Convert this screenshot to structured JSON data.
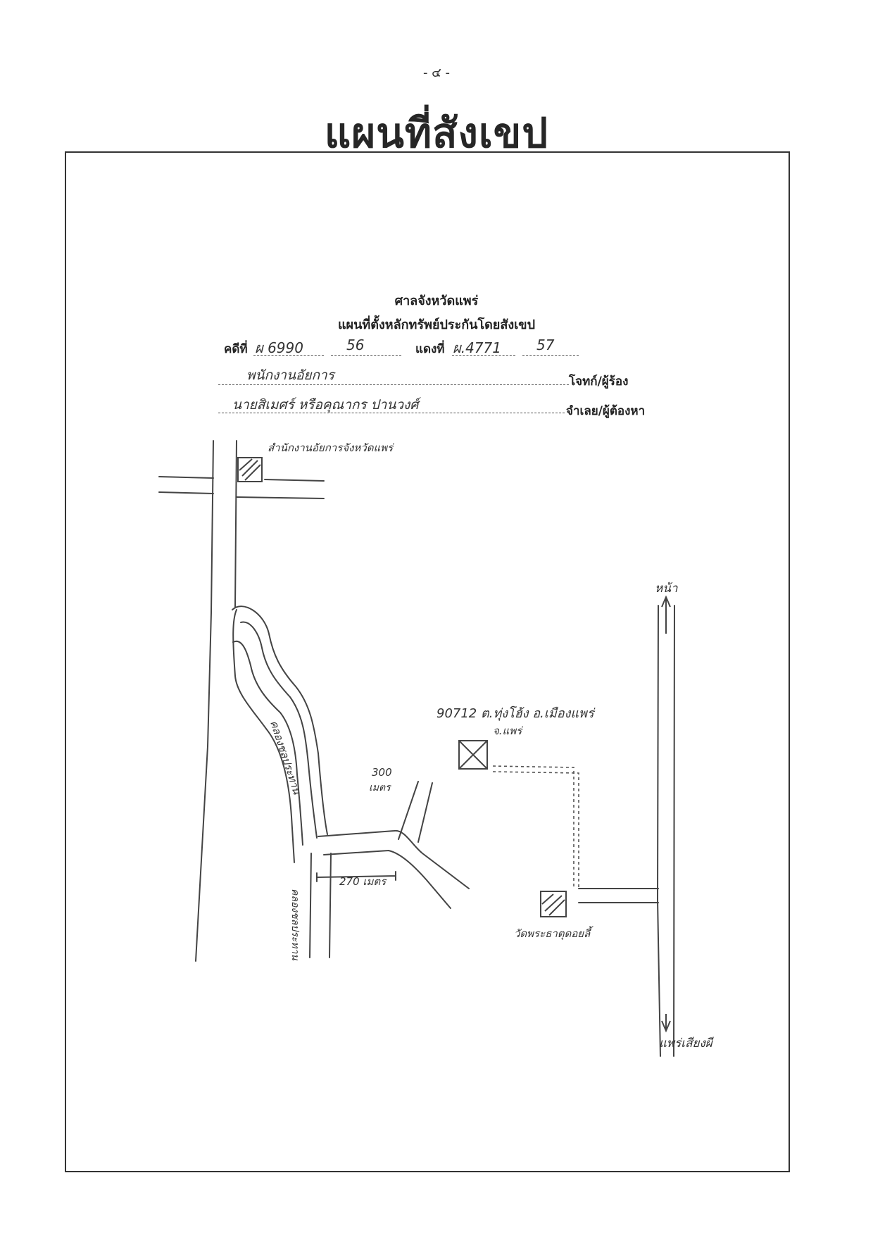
{
  "page": {
    "number": "- ๔ -",
    "title": "แผนที่สังเขป"
  },
  "form": {
    "court_name": "ศาลจังหวัดแพร่",
    "form_title": "แผนที่ตั้งหลักทรัพย์ประกันโดยสังเขป",
    "case_black_label": "คดีที่",
    "case_black_no": "ผ 6990",
    "case_black_year": "56",
    "case_red_label": "แดงที่",
    "case_red_no": "ผ.4771",
    "case_red_year": "57",
    "plaintiff_name": "พนักงานอัยการ",
    "plaintiff_label": "โจทก์/ผู้ร้อง",
    "defendant_name": "นายสิเมศร์ หรือคุณากร ปานวงศ์",
    "defendant_label": "จำเลย/ผู้ต้องหา"
  },
  "map": {
    "court_office_label": "สำนักงานอัยการจังหวัดแพร่",
    "canal_upper_label": "คลองชลประทาน",
    "canal_lower_label": "คลองชลประทาน",
    "distance_300_value": "300",
    "distance_300_unit": "เมตร",
    "distance_270_label": "270 เมตร",
    "property_address_line1": "90712 ต.ทุ่งโฮ้ง อ.เมืองแพร่",
    "property_address_line2": "จ.แพร่",
    "temple_label": "วัดพระธาตุดอยลี้",
    "north_label": "หน้า",
    "south_label": "แพร่เสียงผี"
  },
  "colors": {
    "ink": "#333333",
    "frame": "#333333",
    "background": "#ffffff"
  }
}
